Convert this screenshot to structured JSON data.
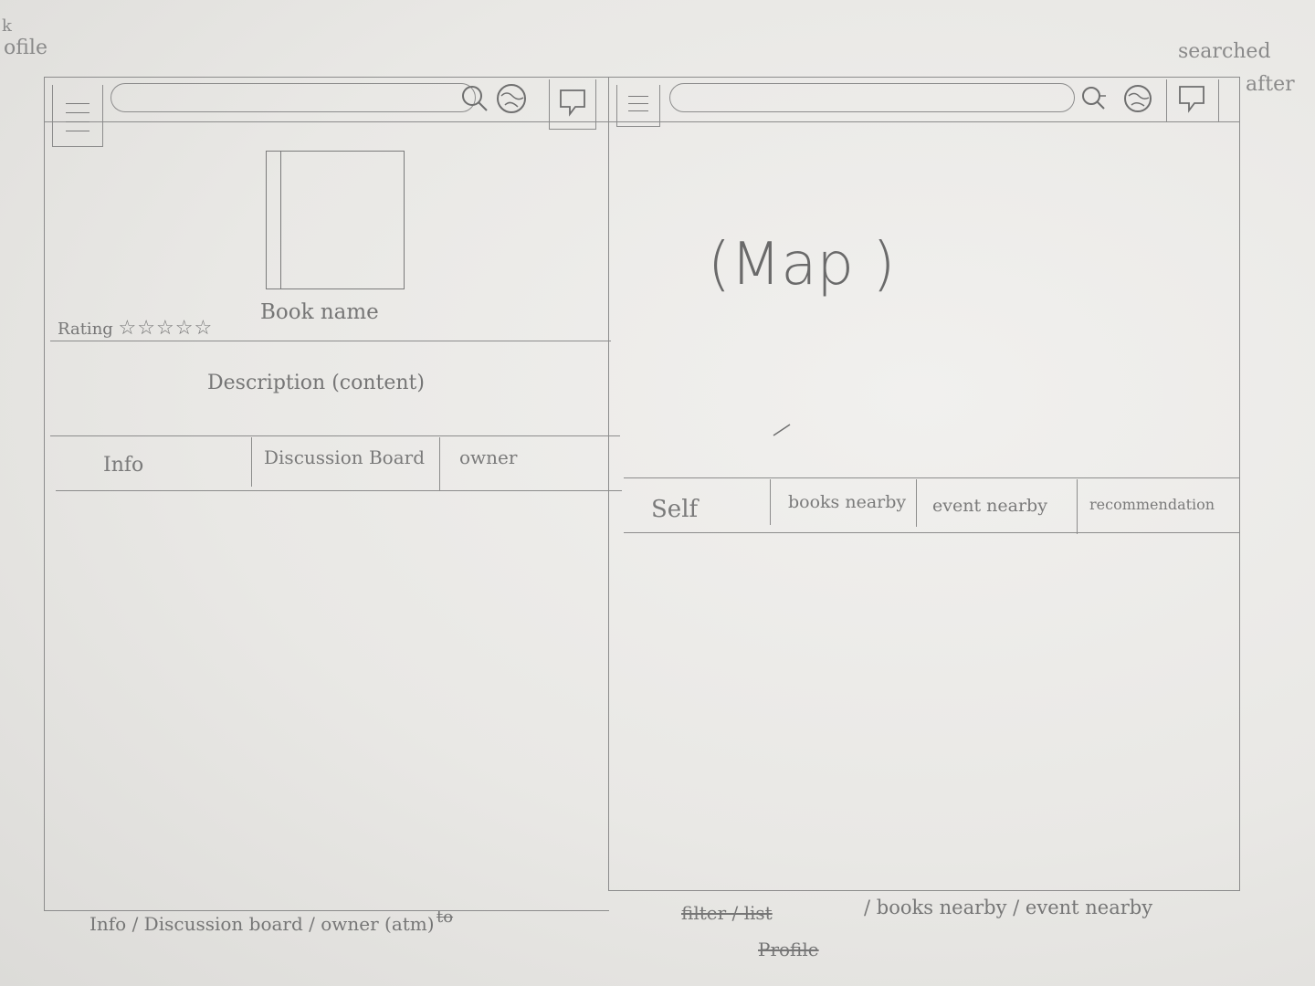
{
  "margin_notes": {
    "top_left_fragment": "k",
    "top_left": "ofile",
    "top_right_1": "searched",
    "top_right_2": "after"
  },
  "left_screen": {
    "search": {
      "value": ""
    },
    "book": {
      "title": "Book   name"
    },
    "rating": {
      "label": "Rating",
      "stars": "☆☆☆☆☆"
    },
    "description": "Description (content)",
    "tabs": [
      "Info",
      "Discussion Board",
      "owner"
    ],
    "icons": [
      "menu-icon",
      "search-icon",
      "globe-icon",
      "chat-icon"
    ]
  },
  "right_screen": {
    "search": {
      "value": ""
    },
    "map_label": "(Map )",
    "tabs": [
      "Self",
      "books nearby",
      "event nearby",
      "recommendation"
    ],
    "icons": [
      "menu-icon",
      "search-icon",
      "globe-icon",
      "chat-icon"
    ]
  },
  "footnotes": {
    "left": "Info  / Discussion  board  /  owner  (atm)",
    "left_strike": "to",
    "right_strike": "filter / list",
    "right": "/ books nearby / event nearby",
    "right_strike_2": "Profile"
  },
  "colors": {
    "pencil": "#7a7a7a",
    "paper": "#ebeae7"
  }
}
